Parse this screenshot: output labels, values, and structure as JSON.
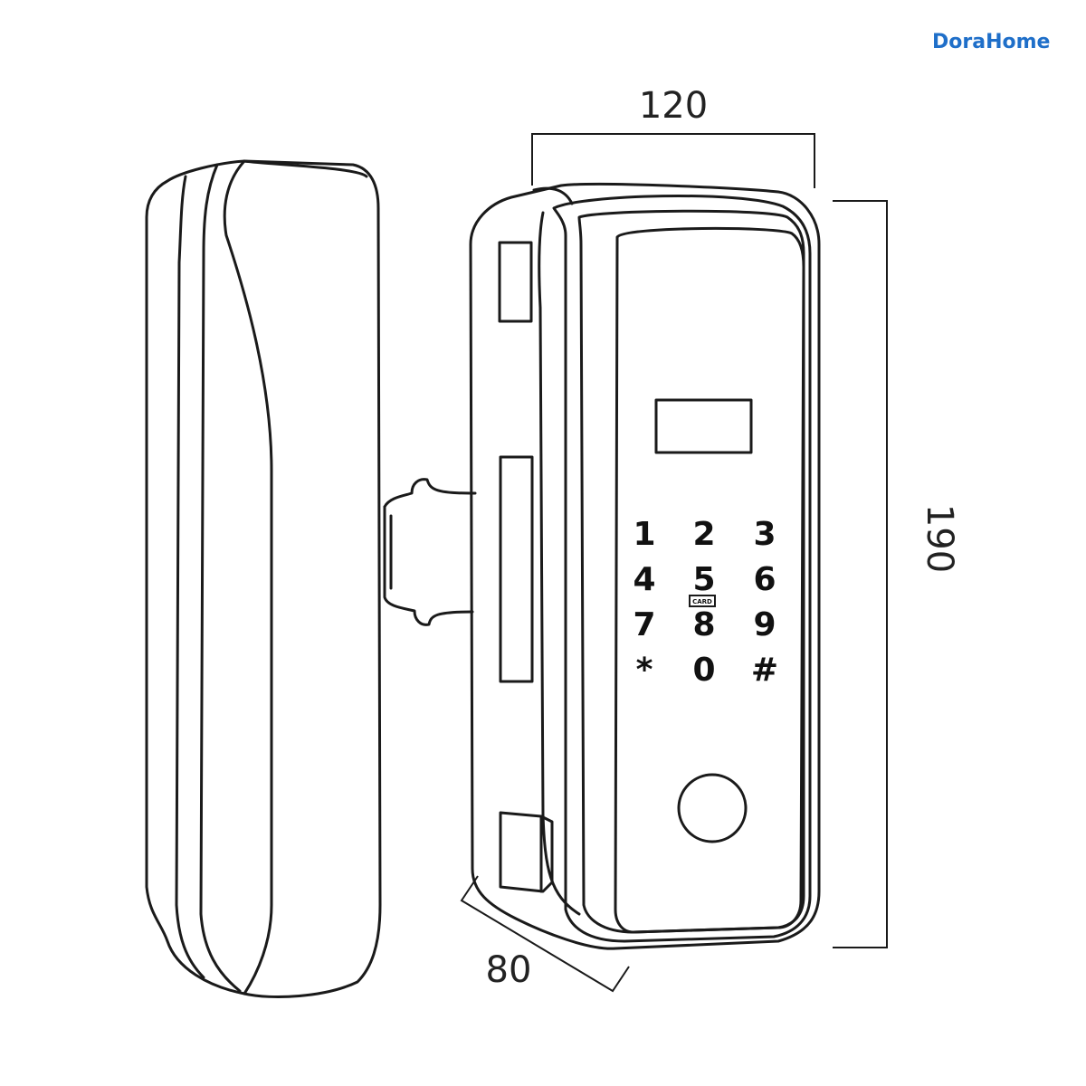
{
  "brand": {
    "name": "DoraHome",
    "color": "#1f6fc9"
  },
  "dimensions": {
    "width": "120",
    "height": "190",
    "depth": "80"
  },
  "keypad": {
    "keys": [
      "1",
      "2",
      "3",
      "4",
      "5",
      "6",
      "7",
      "8",
      "9",
      "*",
      "0",
      "#"
    ],
    "card_label": "CARD"
  },
  "colors": {
    "line": "#1a1a1a",
    "background": "#ffffff"
  }
}
